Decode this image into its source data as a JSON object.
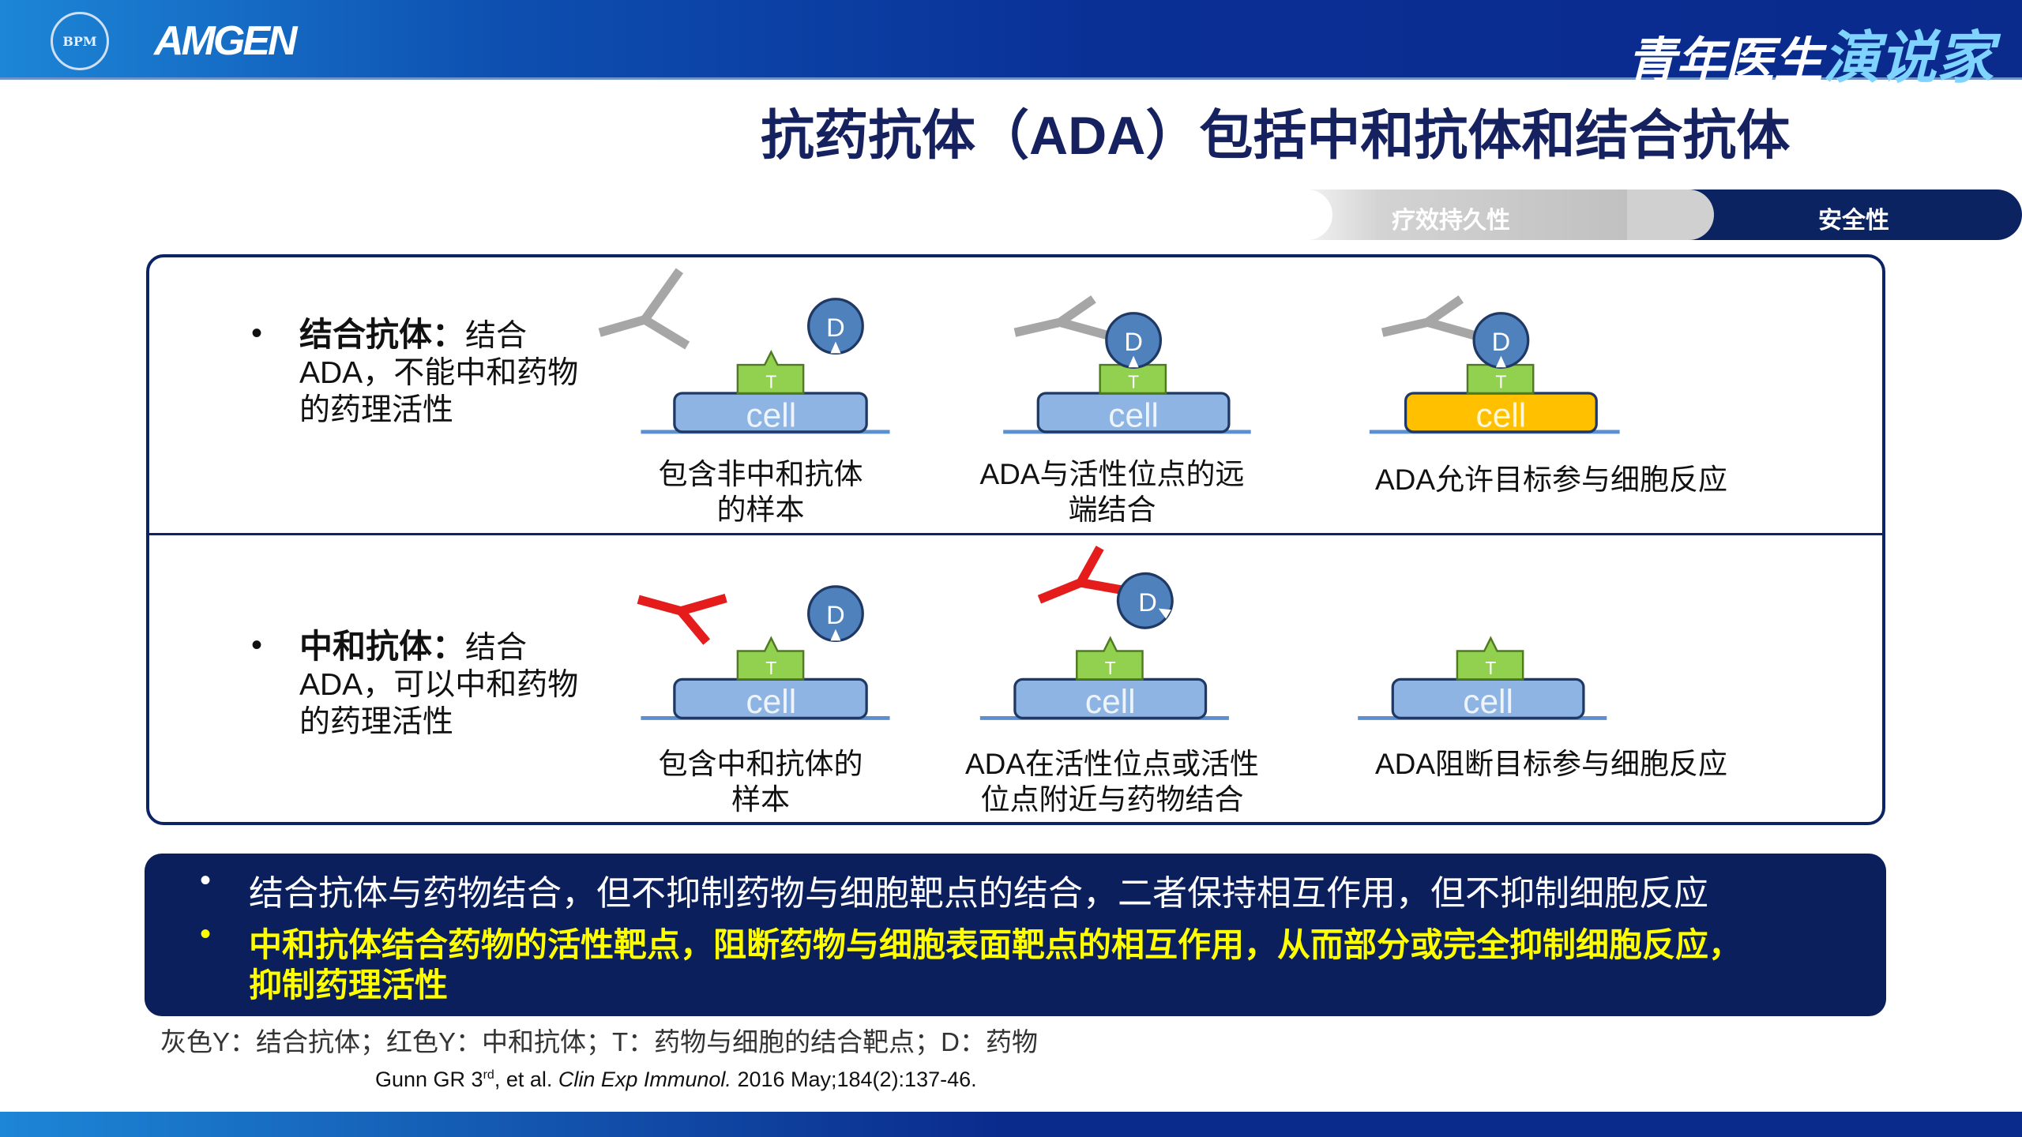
{
  "header": {
    "society_logo": "BPM",
    "company_logo": "AMGEN",
    "brand_part1": "青年医生",
    "brand_part2": "演说家"
  },
  "title": "抗药抗体（ADA）包括中和抗体和结合抗体",
  "ribbon": {
    "items": [
      {
        "label": "疗效持久性",
        "active": false
      },
      {
        "label": "安全性",
        "active": true
      }
    ]
  },
  "rows": [
    {
      "term": "结合抗体：",
      "desc": "结合ADA，不能中和药物的药理活性",
      "captions": [
        "包含非中和抗体的样本",
        "ADA与活性位点的远端结合",
        "ADA允许目标参与细胞反应"
      ]
    },
    {
      "term": "中和抗体：",
      "desc": "结合ADA，可以中和药物的药理活性",
      "captions": [
        "包含中和抗体的样本",
        "ADA在活性位点或活性位点附近与药物结合",
        "ADA阻断目标参与细胞反应"
      ]
    }
  ],
  "diagram_labels": {
    "cell": "cell",
    "target": "T",
    "drug": "D"
  },
  "summary": {
    "line1": "结合抗体与药物结合，但不抑制药物与细胞靶点的结合，二者保持相互作用，但不抑制细胞反应",
    "line2a": "中和抗体结合药物的活性靶点，阻断药物与细胞表面靶点的相互作用，从而部分或完全抑制细胞反应，",
    "line2b": "抑制药理活性"
  },
  "legend": "灰色Y：结合抗体；红色Y：中和抗体；T：药物与细胞的结合靶点；D：药物",
  "citation": {
    "authors": "Gunn GR 3",
    "sup": "rd",
    "etal": ", et al. ",
    "journal": "Clin Exp Immunol.",
    "details": " 2016 May;184(2):137-46."
  },
  "colors": {
    "navy": "#0c2466",
    "cell_blue": "#8eb4e3",
    "cell_yellow": "#ffc000",
    "target_green": "#92d050",
    "drug_blue": "#4f81bd",
    "binding_ab": "#a6a6a6",
    "neutralizing_ab": "#e41c1c",
    "highlight_yellow": "#ffff00"
  }
}
